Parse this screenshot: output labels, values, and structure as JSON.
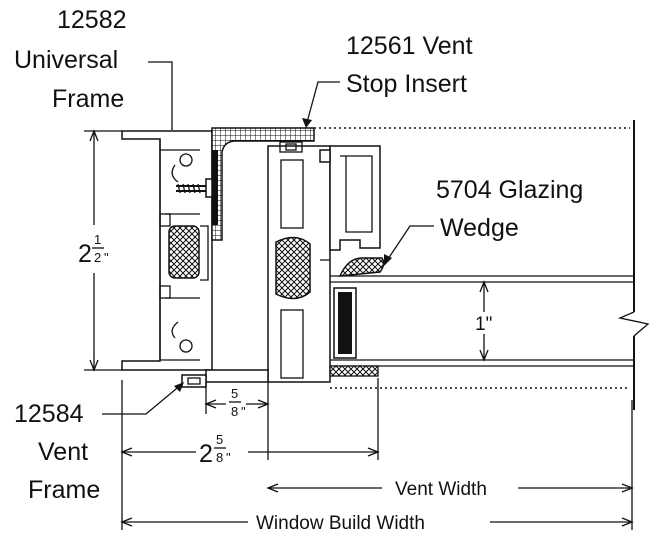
{
  "labels": {
    "universal_frame_l1": "12582",
    "universal_frame_l2": "Universal",
    "universal_frame_l3": "Frame",
    "stop_insert_l1": "12561 Vent",
    "stop_insert_l2": "Stop Insert",
    "glazing_wedge_l1": "5704 Glazing",
    "glazing_wedge_l2": "Wedge",
    "vent_frame_l1": "12584",
    "vent_frame_l2": "Vent",
    "vent_frame_l3": "Frame"
  },
  "dimensions": {
    "height_whole": "2",
    "height_num": "1",
    "height_den": "2",
    "height_unit": "\"",
    "glass": "1\"",
    "small_num": "5",
    "small_den": "8",
    "small_unit": "\"",
    "width_whole": "2",
    "width_num": "5",
    "width_den": "8",
    "width_unit": "\"",
    "vent_width": "Vent Width",
    "window_build_width": "Window Build Width"
  }
}
